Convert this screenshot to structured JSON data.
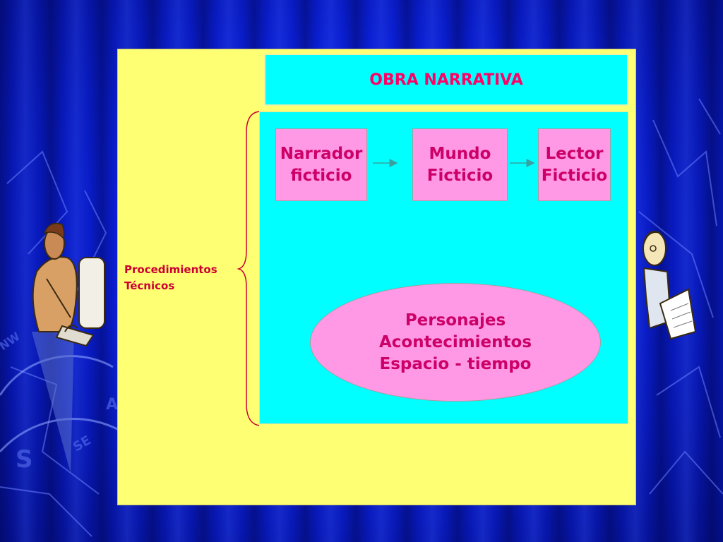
{
  "colors": {
    "background": "#0a1fd6",
    "slide": "#ffff73",
    "title_box": "#00ffff",
    "panel": "#00ffff",
    "node_fill": "#ff99e6",
    "title_text": "#ff0066",
    "node_text": "#cc0066",
    "label_text": "#cc0033"
  },
  "title": "OBRA NARRATIVA",
  "side_label": {
    "line1": "Procedimientos",
    "line2": "Técnicos"
  },
  "flow_nodes": [
    {
      "text": "Narrador\nficticio"
    },
    {
      "text": "Mundo\nFicticio"
    },
    {
      "text": "Lector\nFicticio"
    }
  ],
  "elements": {
    "line1": "Personajes",
    "line2": "Acontecimientos",
    "line3": "Espacio - tiempo"
  },
  "clipart": {
    "left": "person-at-computer-icon",
    "right": "person-reading-book-icon"
  }
}
